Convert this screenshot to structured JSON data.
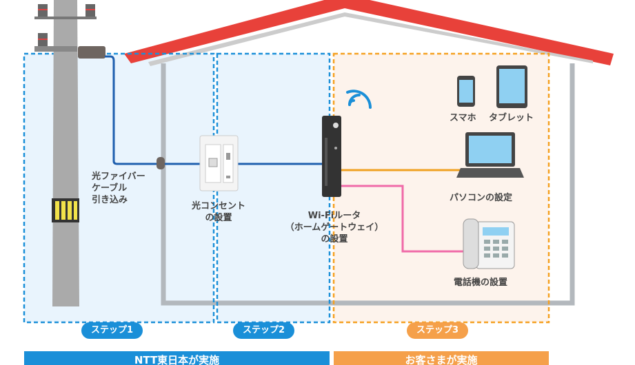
{
  "labels": {
    "fiber": [
      "光ファイバー",
      "ケーブル",
      "引き込み"
    ],
    "outlet": [
      "光コンセント",
      "の設置"
    ],
    "router": [
      "Wi-Fiルータ",
      "（ホームゲートウェイ）",
      "の設置"
    ],
    "smartphone": "スマホ",
    "tablet": "タブレット",
    "pc": "パソコンの設定",
    "phone": "電話機の設置"
  },
  "steps": [
    "ステップ1",
    "ステップ2",
    "ステップ3"
  ],
  "bars": {
    "ntt": "NTT東日本が実施",
    "customer": "お客さまが実施"
  },
  "colors": {
    "blue": "#1a8fd8",
    "orange": "#f5a04a",
    "roof": "#e8413a",
    "fiber": "#1f5fae",
    "pink": "#f06aa8",
    "lan": "#f0a020"
  }
}
